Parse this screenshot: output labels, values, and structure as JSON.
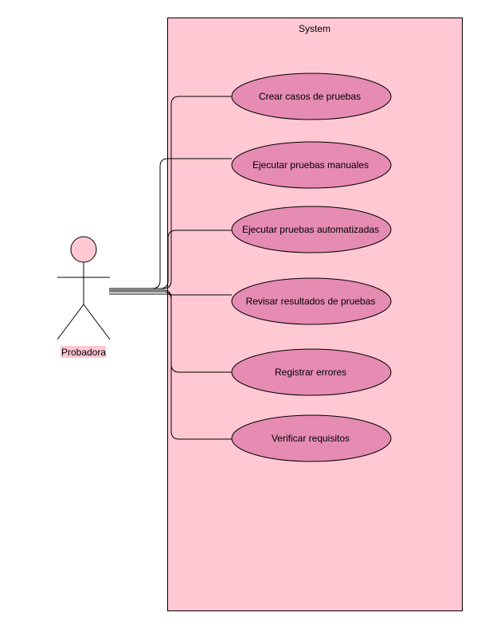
{
  "colors": {
    "system_fill": "#ffc8d3",
    "use_case_fill": "#e68bb2",
    "actor_head_fill": "#ffc8d3",
    "actor_label_bg": "#ffc8d3",
    "stroke": "#000000"
  },
  "system": {
    "label": "System"
  },
  "actor": {
    "label": "Probadora",
    "icon": "stick-figure-icon"
  },
  "use_cases": [
    {
      "id": "uc-crear-casos",
      "label": "Crear casos de pruebas"
    },
    {
      "id": "uc-ejecutar-manuales",
      "label": "Ejecutar pruebas manuales"
    },
    {
      "id": "uc-ejecutar-automatizadas",
      "label": "Ejecutar pruebas automatizadas"
    },
    {
      "id": "uc-revisar-resultados",
      "label": "Revisar resultados de pruebas"
    },
    {
      "id": "uc-registrar-errores",
      "label": "Registrar errores"
    },
    {
      "id": "uc-verificar-requisitos",
      "label": "Verificar requisitos"
    }
  ]
}
